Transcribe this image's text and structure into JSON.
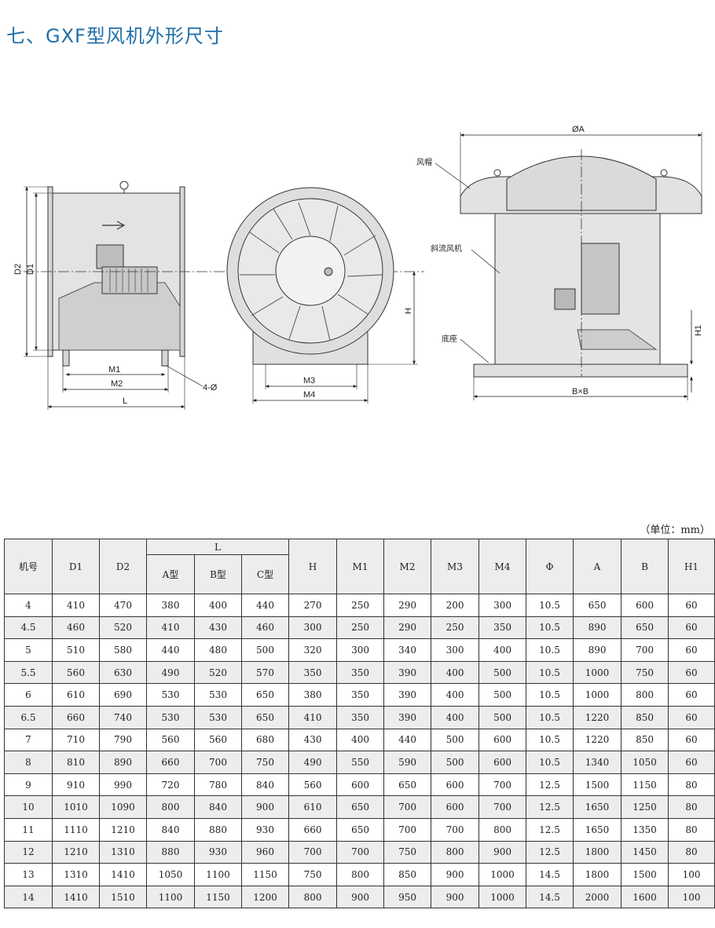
{
  "title": "七、GXF型风机外形尺寸",
  "drawing": {
    "side": {
      "D2": "D2",
      "D1": "D1",
      "M1": "M1",
      "M2": "M2",
      "L": "L",
      "holes": "4-Ø"
    },
    "front": {
      "H": "H",
      "M3": "M3",
      "M4": "M4"
    },
    "roof": {
      "A": "ØA",
      "cap": "风帽",
      "fan": "斜流风机",
      "base": "底座",
      "H1": "H1",
      "BxB": "B×B"
    }
  },
  "unit": "（单位：mm）",
  "table": {
    "headers": {
      "model": "机号",
      "D1": "D1",
      "D2": "D2",
      "L": "L",
      "L_types": [
        "A型",
        "B型",
        "C型"
      ],
      "H": "H",
      "M1": "M1",
      "M2": "M2",
      "M3": "M3",
      "M4": "M4",
      "phi": "Φ",
      "A": "A",
      "B": "B",
      "H1": "H1"
    },
    "rows": [
      [
        "4",
        "410",
        "470",
        "380",
        "400",
        "440",
        "270",
        "250",
        "290",
        "200",
        "300",
        "10.5",
        "650",
        "600",
        "60"
      ],
      [
        "4.5",
        "460",
        "520",
        "410",
        "430",
        "460",
        "300",
        "250",
        "290",
        "250",
        "350",
        "10.5",
        "890",
        "650",
        "60"
      ],
      [
        "5",
        "510",
        "580",
        "440",
        "480",
        "500",
        "320",
        "300",
        "340",
        "300",
        "400",
        "10.5",
        "890",
        "700",
        "60"
      ],
      [
        "5.5",
        "560",
        "630",
        "490",
        "520",
        "570",
        "350",
        "350",
        "390",
        "400",
        "500",
        "10.5",
        "1000",
        "750",
        "60"
      ],
      [
        "6",
        "610",
        "690",
        "530",
        "530",
        "650",
        "380",
        "350",
        "390",
        "400",
        "500",
        "10.5",
        "1000",
        "800",
        "60"
      ],
      [
        "6.5",
        "660",
        "740",
        "530",
        "530",
        "650",
        "410",
        "350",
        "390",
        "400",
        "500",
        "10.5",
        "1220",
        "850",
        "60"
      ],
      [
        "7",
        "710",
        "790",
        "560",
        "560",
        "680",
        "430",
        "400",
        "440",
        "500",
        "600",
        "10.5",
        "1220",
        "850",
        "60"
      ],
      [
        "8",
        "810",
        "890",
        "660",
        "700",
        "750",
        "490",
        "550",
        "590",
        "500",
        "600",
        "10.5",
        "1340",
        "1050",
        "60"
      ],
      [
        "9",
        "910",
        "990",
        "720",
        "780",
        "840",
        "560",
        "600",
        "650",
        "600",
        "700",
        "12.5",
        "1500",
        "1150",
        "80"
      ],
      [
        "10",
        "1010",
        "1090",
        "800",
        "840",
        "900",
        "610",
        "650",
        "700",
        "600",
        "700",
        "12.5",
        "1650",
        "1250",
        "80"
      ],
      [
        "11",
        "1110",
        "1210",
        "840",
        "880",
        "930",
        "660",
        "650",
        "700",
        "700",
        "800",
        "12.5",
        "1650",
        "1350",
        "80"
      ],
      [
        "12",
        "1210",
        "1310",
        "880",
        "930",
        "960",
        "700",
        "700",
        "750",
        "800",
        "900",
        "12.5",
        "1800",
        "1450",
        "80"
      ],
      [
        "13",
        "1310",
        "1410",
        "1050",
        "1100",
        "1150",
        "750",
        "800",
        "850",
        "900",
        "1000",
        "14.5",
        "1800",
        "1500",
        "100"
      ],
      [
        "14",
        "1410",
        "1510",
        "1100",
        "1150",
        "1200",
        "800",
        "900",
        "950",
        "900",
        "1000",
        "14.5",
        "2000",
        "1600",
        "100"
      ]
    ]
  }
}
